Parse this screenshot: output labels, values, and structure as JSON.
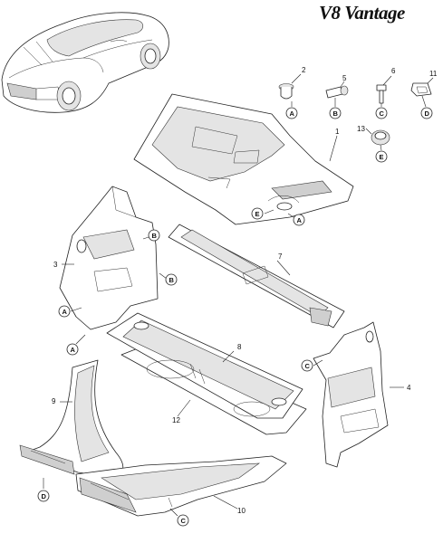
{
  "brand": {
    "title": "V8 Vantage"
  },
  "callouts": [
    {
      "id": "c1",
      "text": "1"
    },
    {
      "id": "c2",
      "text": "2"
    },
    {
      "id": "c3",
      "text": "3"
    },
    {
      "id": "c4",
      "text": "4"
    },
    {
      "id": "c5",
      "text": "5"
    },
    {
      "id": "c6",
      "text": "6"
    },
    {
      "id": "c7",
      "text": "7"
    },
    {
      "id": "c8",
      "text": "8"
    },
    {
      "id": "c9",
      "text": "9"
    },
    {
      "id": "c10",
      "text": "10"
    },
    {
      "id": "c11",
      "text": "11"
    },
    {
      "id": "c12",
      "text": "12"
    },
    {
      "id": "c13",
      "text": "13"
    }
  ],
  "markers": {
    "a": "A",
    "b": "B",
    "c": "C",
    "d": "D",
    "e": "E"
  }
}
